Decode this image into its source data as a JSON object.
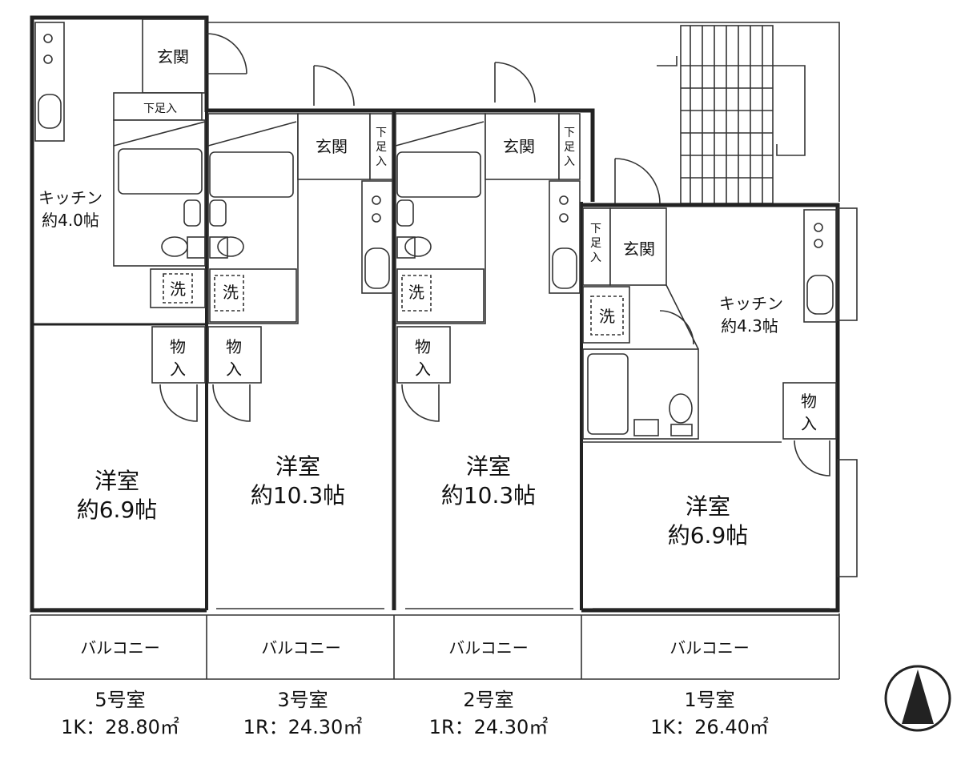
{
  "units": [
    {
      "id": "5",
      "unit_label": "5号室",
      "area_label": "1K：28.80㎡",
      "room": "洋室",
      "room_size": "約6.9帖",
      "kitchen": "キッチン",
      "kitchen_size": "約4.0帖",
      "entrance": "玄関",
      "shoe": "下足入",
      "laundry": "洗",
      "closet_line1": "物",
      "closet_line2": "入",
      "balcony": "バルコニー"
    },
    {
      "id": "3",
      "unit_label": "3号室",
      "area_label": "1R：24.30㎡",
      "room": "洋室",
      "room_size": "約10.3帖",
      "entrance": "玄関",
      "shoe_v1": "下",
      "shoe_v2": "足",
      "shoe_v3": "入",
      "laundry": "洗",
      "closet_line1": "物",
      "closet_line2": "入",
      "balcony": "バルコニー"
    },
    {
      "id": "2",
      "unit_label": "2号室",
      "area_label": "1R：24.30㎡",
      "room": "洋室",
      "room_size": "約10.3帖",
      "entrance": "玄関",
      "shoe_v1": "下",
      "shoe_v2": "足",
      "shoe_v3": "入",
      "laundry": "洗",
      "closet_line1": "物",
      "closet_line2": "入",
      "balcony": "バルコニー"
    },
    {
      "id": "1",
      "unit_label": "1号室",
      "area_label": "1K：26.40㎡",
      "room": "洋室",
      "room_size": "約6.9帖",
      "kitchen": "キッチン",
      "kitchen_size": "約4.3帖",
      "entrance": "玄関",
      "shoe_v1": "下",
      "shoe_v2": "足",
      "shoe_v3": "入",
      "laundry": "洗",
      "closet_line1": "物",
      "closet_line2": "入",
      "balcony": "バルコニー"
    }
  ],
  "colors": {
    "wall": "#222222",
    "line": "#333333",
    "background": "#ffffff"
  },
  "icons": {
    "north": "north-arrow-icon",
    "stairs": "staircase-icon"
  }
}
